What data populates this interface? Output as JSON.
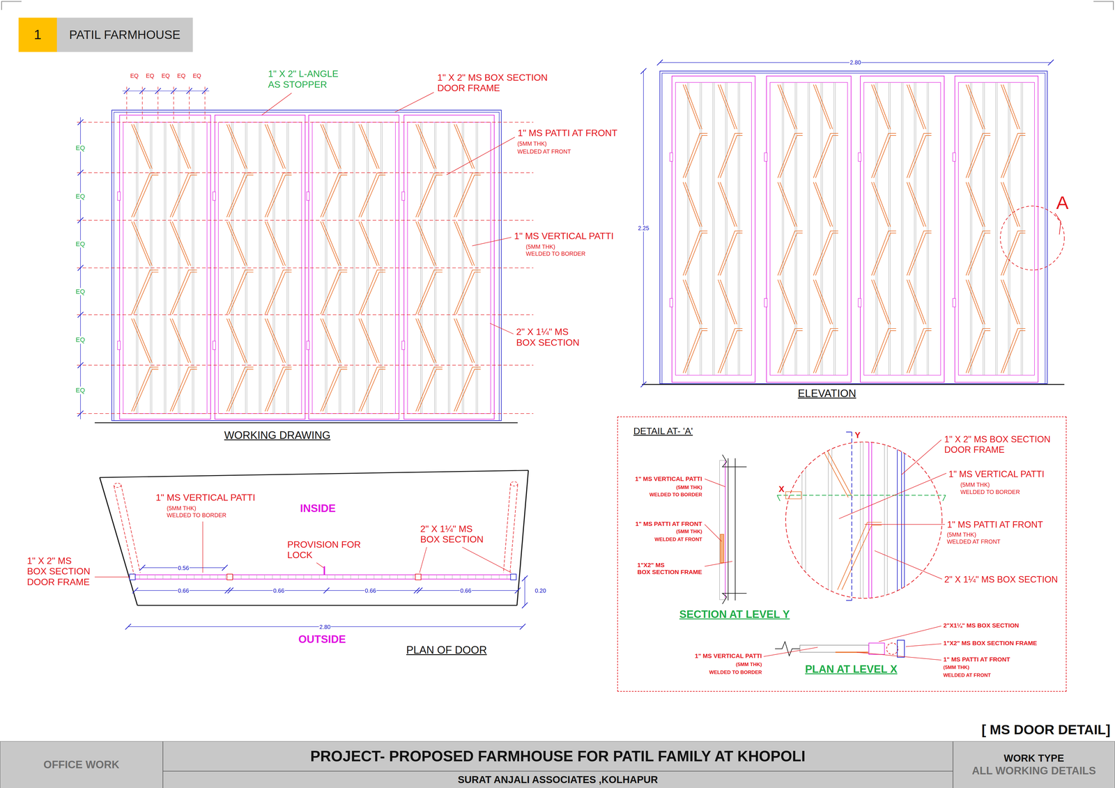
{
  "diagram": {
    "nodes": [
      {
        "text": [
          "1"
        ]
      },
      {
        "text": [
          "PATIL FARMHOUSE"
        ]
      },
      {
        "text": [
          "DETAIL AT- 'A'"
        ]
      },
      {
        "text": [
          "OFFICE WORK"
        ]
      },
      {
        "text": [
          "PROJECT- PROPOSED FARMHOUSE FOR PATIL FAMILY AT KHOPOLI"
        ]
      },
      {
        "text": [
          "SURAT ANJALI ASSOCIATES ,KOLHAPUR"
        ]
      },
      {
        "text": [
          "WORK TYPE",
          "ALL WORKING DETAILS"
        ]
      }
    ],
    "labels": [
      "EQ",
      "EQ",
      "EQ",
      "EQ",
      "EQ",
      "1\" X 2\" L-ANGLE AS STOPPER",
      "1\" X 2\" MS BOX SECTION DOOR FRAME",
      "1\" MS PATTI AT FRONT",
      "(5MM THK)",
      "WELDED AT FRONT",
      "1\" MS VERTICAL PATTI",
      "(5MM THK)",
      "WELDED TO BORDER",
      "2\" X 1¼\" MS BOX SECTION",
      "EQ",
      "EQ",
      "EQ",
      "EQ",
      "EQ",
      "EQ",
      "WORKING DRAWING",
      "2.80",
      "2.25",
      "A",
      "ELEVATION",
      "1\" MS VERTICAL PATTI",
      "(5MM THK)",
      "WELDED TO BORDER",
      "INSIDE",
      "1\" X 2\" MS BOX SECTION DOOR FRAME",
      "0.56",
      "PROVISION FOR LOCK",
      "2\" X 1¼\" MS BOX SECTION",
      "0.66",
      "0.66",
      "0.66",
      "0.66",
      "0.20",
      "2.80",
      "OUTSIDE",
      "PLAN OF DOOR",
      "[ MS DOOR DETAIL]",
      "1\" MS VERTICAL PATTI",
      "(5MM THK)",
      "WELDED TO BORDER",
      "1\" MS PATTI AT FRONT",
      "(5MM THK)",
      "WELDED AT FRONT",
      "1\"X2\" MS BOX SECTION FRAME",
      "SECTION AT LEVEL Y",
      "Y",
      "X",
      "1\" X 2\" MS BOX SECTION DOOR FRAME",
      "1\" MS VERTICAL PATTI",
      "(5MM THK)",
      "WELDED TO BORDER",
      "1\" MS PATTI AT FRONT",
      "(5MM THK)",
      "WELDED AT FRONT",
      "2\" X 1¼\" MS BOX SECTION",
      "2\"X1¼\" MS BOX SECTION",
      "1\"X2\" MS BOX SECTION FRAME",
      "1\" MS PATTI AT FRONT",
      "(5MM THK)",
      "WELDED AT FRONT",
      "1\" MS VERTICAL PATTI",
      "(5MM THK)",
      "WELDED TO BORDER",
      "PLAN AT LEVEL X"
    ]
  }
}
